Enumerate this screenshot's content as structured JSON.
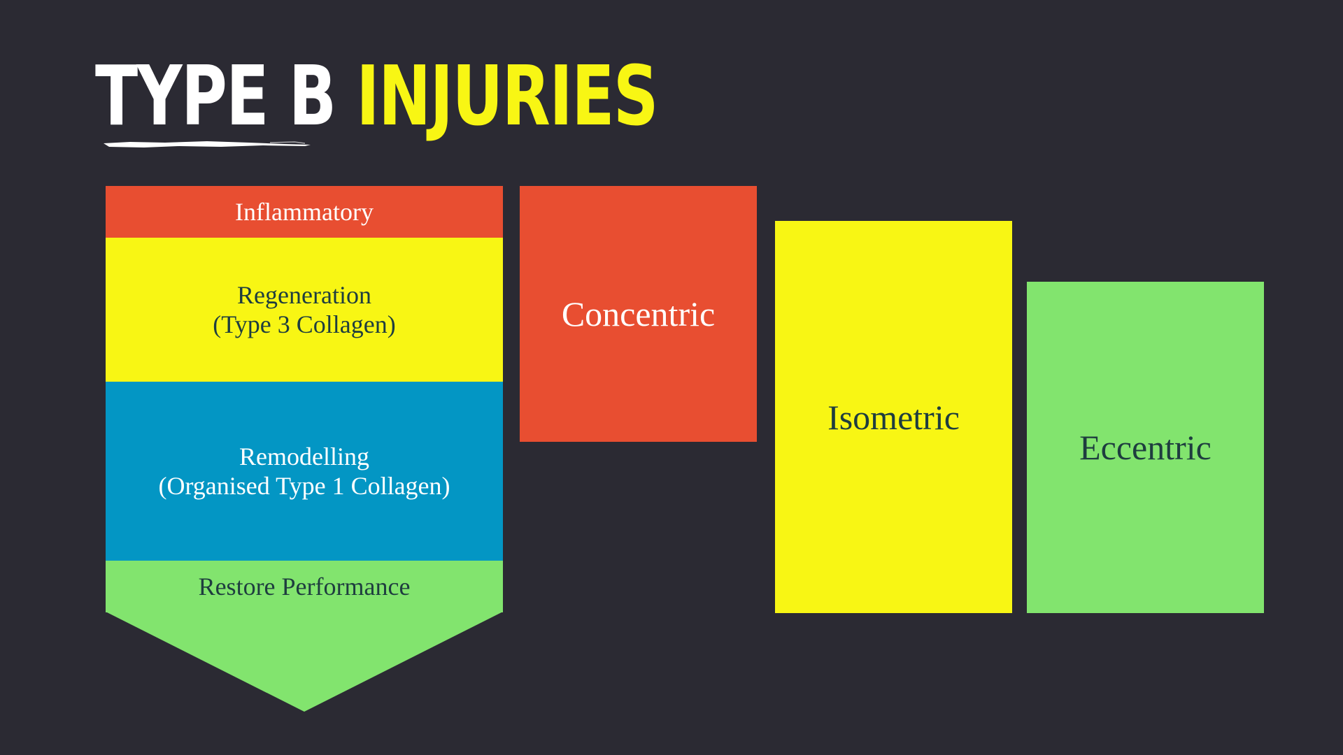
{
  "title": {
    "part1": "TYPE B",
    "part2": "INJURIES"
  },
  "stages": {
    "inflammatory": "Inflammatory",
    "regeneration_line1": "Regeneration",
    "regeneration_line2": "(Type 3 Collagen)",
    "remodelling_line1": "Remodelling",
    "remodelling_line2": "(Organised Type 1 Collagen)",
    "restore": "Restore Performance"
  },
  "exercises": {
    "concentric": "Concentric",
    "isometric": "Isometric",
    "eccentric": "Eccentric"
  },
  "colors": {
    "background": "#2b2a33",
    "red": "#e84e31",
    "yellow": "#f8f614",
    "blue": "#0396c4",
    "green": "#82e46e",
    "dark_text": "#1e3d3f",
    "white": "#ffffff"
  }
}
